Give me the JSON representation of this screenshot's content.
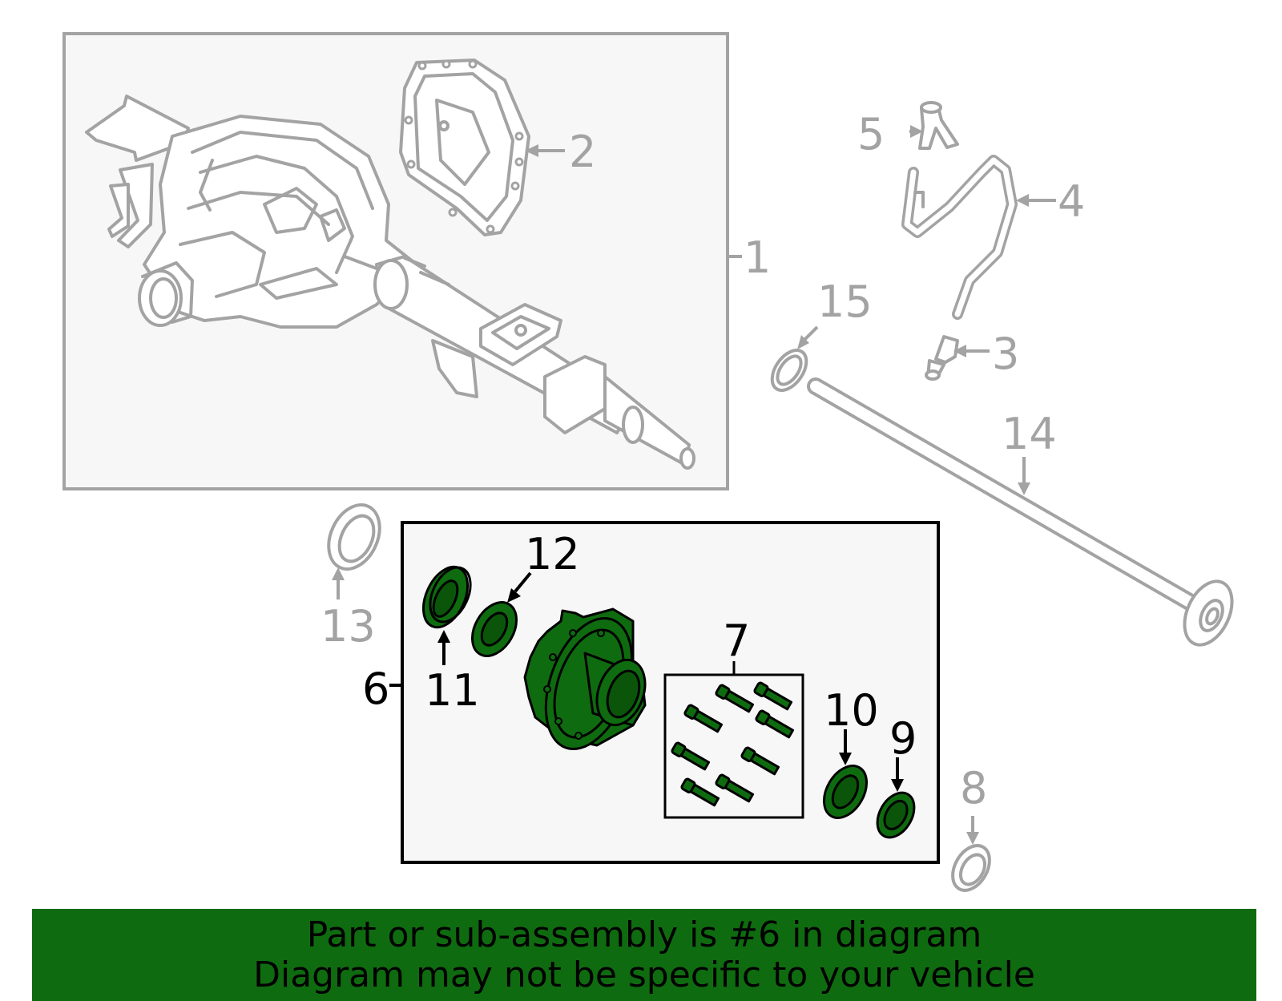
{
  "callouts": {
    "c1": "1",
    "c2": "2",
    "c3": "3",
    "c4": "4",
    "c5": "5",
    "c6": "6",
    "c7": "7",
    "c8": "8",
    "c9": "9",
    "c10": "10",
    "c11": "11",
    "c12": "12",
    "c13": "13",
    "c14": "14",
    "c15": "15"
  },
  "highlight_color": "#0f6b0f",
  "banner": {
    "line1": "Part or sub-assembly is #6 in diagram",
    "line2": "Diagram may not be specific to your vehicle"
  }
}
